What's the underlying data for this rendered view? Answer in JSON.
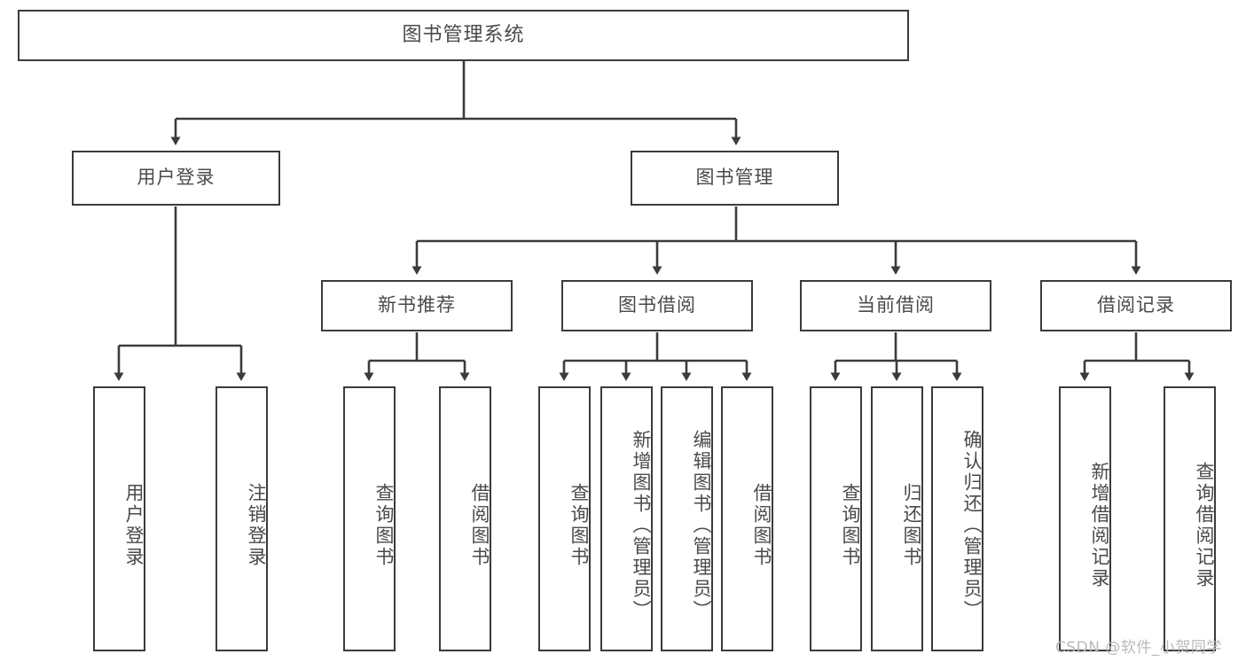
{
  "diagram": {
    "title": "图书管理系统",
    "type": "hierarchy-tree",
    "colors": {
      "border": "#3b3b3b",
      "text": "#4a4a4a",
      "background": "#ffffff",
      "watermark": "#b9b9b9"
    },
    "root": {
      "label": "图书管理系统"
    },
    "level2": [
      {
        "label": "用户登录"
      },
      {
        "label": "图书管理"
      }
    ],
    "level3": [
      {
        "label": "新书推荐"
      },
      {
        "label": "图书借阅"
      },
      {
        "label": "当前借阅"
      },
      {
        "label": "借阅记录"
      }
    ],
    "leaves": {
      "user_login": [
        {
          "label": "用户登录"
        },
        {
          "label": "注销登录"
        }
      ],
      "new_book_recommend": [
        {
          "label": "查询图书"
        },
        {
          "label": "借阅图书"
        }
      ],
      "book_borrow": [
        {
          "label": "查询图书"
        },
        {
          "label": "新增图书（管理员）"
        },
        {
          "label": "编辑图书（管理员）"
        },
        {
          "label": "借阅图书"
        }
      ],
      "current_borrow": [
        {
          "label": "查询图书"
        },
        {
          "label": "归还图书"
        },
        {
          "label": "确认归还（管理员）"
        }
      ],
      "borrow_record": [
        {
          "label": "新增借阅记录"
        },
        {
          "label": "查询借阅记录"
        }
      ]
    }
  },
  "watermark": {
    "text": "CSDN @软件_小贺同学"
  }
}
